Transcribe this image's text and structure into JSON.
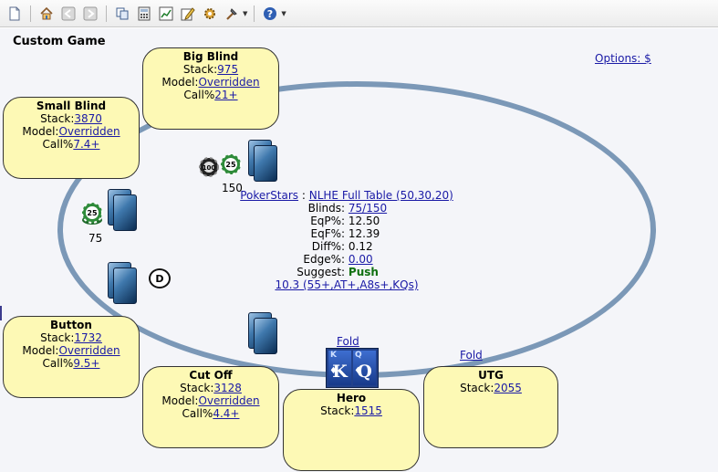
{
  "toolbar": {
    "icons": [
      "new-document-icon",
      "home-icon",
      "back-icon",
      "forward-icon",
      "copy-icon",
      "calculator-icon",
      "chart-icon",
      "edit-icon",
      "settings-icon",
      "tools-icon",
      "help-icon"
    ]
  },
  "page": {
    "title": "Custom Game",
    "options_link": "Options: $"
  },
  "seats": {
    "big_blind": {
      "name": "Big Blind",
      "stack_label": "Stack:",
      "stack": "975",
      "model_label": "Model:",
      "model": "Overridden",
      "call_label": "Call%",
      "call": "21+"
    },
    "small_blind": {
      "name": "Small Blind",
      "stack_label": "Stack:",
      "stack": "3870",
      "model_label": "Model:",
      "model": "Overridden",
      "call_label": "Call%",
      "call": "7.4+"
    },
    "button": {
      "name": "Button",
      "stack_label": "Stack:",
      "stack": "1732",
      "model_label": "Model:",
      "model": "Overridden",
      "call_label": "Call%",
      "call": "9.5+"
    },
    "cut_off": {
      "name": "Cut Off",
      "stack_label": "Stack:",
      "stack": "3128",
      "model_label": "Model:",
      "model": "Overridden",
      "call_label": "Call%",
      "call": "4.4+"
    },
    "hero": {
      "name": "Hero",
      "stack_label": "Stack:",
      "stack": "1515",
      "action": "Fold"
    },
    "utg": {
      "name": "UTG",
      "stack_label": "Stack:",
      "stack": "2055",
      "action": "Fold"
    }
  },
  "bets": {
    "big_blind": {
      "chips": [
        "100",
        "25"
      ],
      "amount": "150"
    },
    "small_blind": {
      "chips": [
        "25"
      ],
      "amount": "75"
    }
  },
  "dealer": "D",
  "hero_cards": [
    {
      "rank": "K",
      "corner": "K",
      "suit": "♦"
    },
    {
      "rank": "Q",
      "corner": "Q",
      "suit": "♦"
    }
  ],
  "center": {
    "site": "PokerStars",
    "separator": " : ",
    "game": "NLHE Full Table (50,30,20)",
    "rows": [
      {
        "key": "Blinds:",
        "value": "75/150",
        "link": true
      },
      {
        "key": "EqP%:",
        "value": "12.50",
        "link": false
      },
      {
        "key": "EqF%:",
        "value": "12.39",
        "link": false
      },
      {
        "key": "Diff%:",
        "value": "0.12",
        "link": false
      },
      {
        "key": "Edge%:",
        "value": "0.00",
        "link": true
      }
    ],
    "suggest_label": "Suggest:",
    "suggest_value": "Push",
    "range": "10.3 (55+,AT+,A8s+,KQs)"
  },
  "colors": {
    "seat_fill": "#fdf9b5",
    "table_rail": "#7b98b7",
    "push": "#107010",
    "link": "#1a1aa6"
  }
}
